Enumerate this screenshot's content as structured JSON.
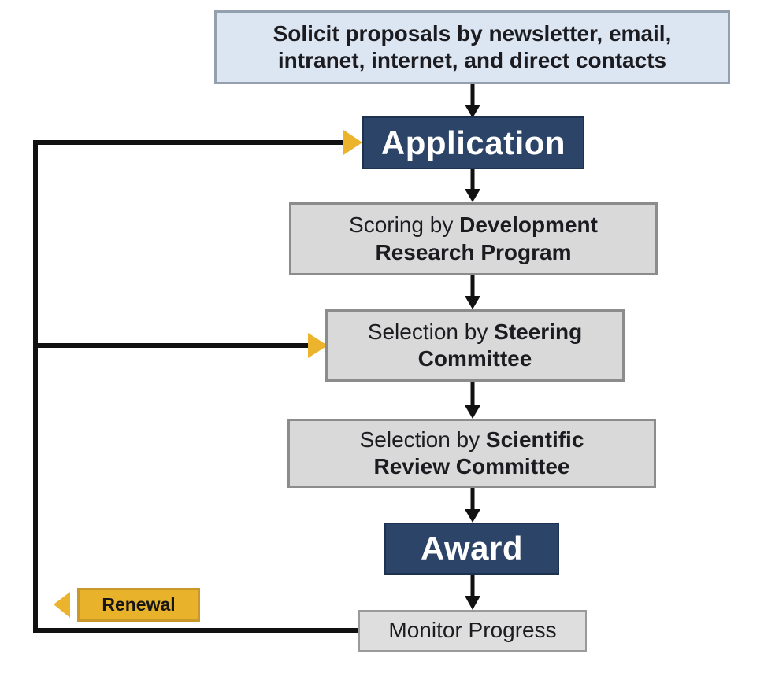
{
  "diagram": {
    "type": "flowchart",
    "background": "#ffffff",
    "nodes": {
      "solicit": {
        "line1": "Solicit proposals by newsletter, email,",
        "line2": "intranet, internet, and direct contacts",
        "fill": "#dce6f2",
        "border": "#95a0ae"
      },
      "application": {
        "label": "Application",
        "fill": "#2c4468",
        "text_color": "#ffffff"
      },
      "scoring": {
        "line1_regular": "Scoring by ",
        "line1_bold": "Development",
        "line2_bold": "Research Program",
        "fill": "#d9d9d9",
        "border": "#8c8c8c"
      },
      "steering": {
        "line1_regular": "Selection by ",
        "line1_bold": "Steering",
        "line2_bold": "Committee",
        "fill": "#d9d9d9",
        "border": "#8c8c8c"
      },
      "scientific": {
        "line1_regular": "Selection by ",
        "line1_bold": "Scientific",
        "line2_bold": "Review Committee",
        "fill": "#d9d9d9",
        "border": "#8c8c8c"
      },
      "award": {
        "label": "Award",
        "fill": "#2c4468",
        "text_color": "#ffffff"
      },
      "monitor": {
        "label": "Monitor Progress",
        "fill": "#dedede",
        "border": "#9a9a9a"
      },
      "renewal": {
        "label": "Renewal",
        "fill": "#e8b22b",
        "border": "#c8982b"
      }
    },
    "edges": [
      {
        "from": "solicit",
        "to": "application",
        "style": "black-arrow-down"
      },
      {
        "from": "application",
        "to": "scoring",
        "style": "black-arrow-down"
      },
      {
        "from": "scoring",
        "to": "steering",
        "style": "black-arrow-down"
      },
      {
        "from": "steering",
        "to": "scientific",
        "style": "black-arrow-down"
      },
      {
        "from": "scientific",
        "to": "award",
        "style": "black-arrow-down"
      },
      {
        "from": "award",
        "to": "monitor",
        "style": "black-arrow-down"
      },
      {
        "from": "monitor",
        "to": "application",
        "style": "feedback-left-up-gold-arrow"
      },
      {
        "from": "monitor",
        "to": "steering",
        "style": "feedback-left-up-gold-arrow"
      },
      {
        "from": "monitor",
        "to": "renewal",
        "style": "feedback-gold-arrow-left"
      }
    ],
    "colors": {
      "navy": "#2c4468",
      "navy_border": "#1e3150",
      "light_blue": "#dce6f2",
      "gray_fill": "#d9d9d9",
      "gold": "#e8b22b",
      "gold_arrow": "#ecb32c",
      "line_black": "#111111",
      "text_dark": "#1b1b20"
    }
  }
}
